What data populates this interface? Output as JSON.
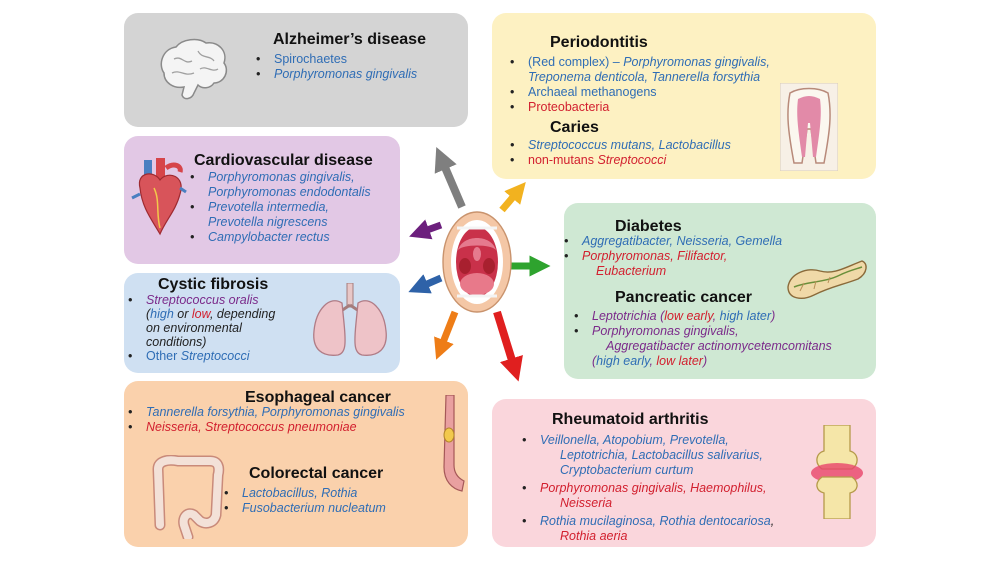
{
  "alzheimers": {
    "title": "Alzheimer’s disease",
    "l1": "Spirochaetes",
    "l2": "Porphyromonas gingivalis"
  },
  "periodontitis": {
    "title": "Periodontitis",
    "l1a": "(Red complex) – ",
    "l1b": "Porphyromonas gingivalis,",
    "l1c": "Treponema denticola, Tannerella forsythia",
    "l2": "Archaeal methanogens",
    "l3": "Proteobacteria"
  },
  "caries": {
    "title": "Caries",
    "l1": "Streptococcus mutans, Lactobacillus",
    "l2a": "non-mutans ",
    "l2b": "Streptococci"
  },
  "cardio": {
    "title": "Cardiovascular disease",
    "l1a": "Porphyromonas gingivalis,",
    "l1b": "Porphyromonas endodontalis",
    "l2a": "Prevotella intermedia,",
    "l2b": "Prevotella nigrescens",
    "l3": "Campylobacter rectus"
  },
  "diabetes": {
    "title": "Diabetes",
    "l1": "Aggregatibacter, Neisseria, Gemella",
    "l2a": "Porphyromonas, Filifactor,",
    "l2b": "Eubacterium"
  },
  "cystic": {
    "title": "Cystic fibrosis",
    "l1": "Streptococcus oralis",
    "l2a": "(",
    "l2b": "high",
    "l2c": " or ",
    "l2d": "low",
    "l2e": ", depending",
    "l3": "on environmental",
    "l4": "conditions)",
    "l5a": "Other ",
    "l5b": "Streptococci"
  },
  "pancreatic": {
    "title": "Pancreatic cancer",
    "l1a": "Leptotrichia (",
    "l1b": "low early",
    "l1c": ", ",
    "l1d": "high later",
    "l1e": ")",
    "l2a": "Porphyromonas gingivalis,",
    "l2b": "Aggregatibacter actinomycetemcomitans",
    "l2c": "(",
    "l2d": "high early",
    "l2e": ", ",
    "l2f": "low later",
    "l2g": ")"
  },
  "esophageal": {
    "title": "Esophageal cancer",
    "l1": "Tannerella forsythia, Porphyromonas gingivalis",
    "l2": "Neisseria, Streptococcus pneumoniae"
  },
  "colorectal": {
    "title": "Colorectal cancer",
    "l1": "Lactobacillus, Rothia",
    "l2": "Fusobacterium nucleatum"
  },
  "rheumatoid": {
    "title": "Rheumatoid arthritis",
    "l1a": "Veillonella, Atopobium, Prevotella,",
    "l1b": "Leptotrichia, Lactobacillus salivarius,",
    "l1c": "Cryptobacterium curtum",
    "l2a": "Porphyromonas gingivalis, Haemophilus,",
    "l2b": "Neisseria",
    "l3a": "Rothia mucilaginosa, Rothia dentocariosa",
    "l3b": ",",
    "l3c": "Rothia aeria"
  },
  "colors": {
    "blue_text": "#2f6db5",
    "red_text": "#d2202f",
    "purple_text": "#7b2a8a",
    "arrow_grey": "#7f7f7f",
    "arrow_yellow": "#f2b21f",
    "arrow_green": "#2ea32e",
    "arrow_purple": "#6c1f7d",
    "arrow_blue": "#2e62a8",
    "arrow_orange": "#ee7d17",
    "arrow_red": "#e01f1f"
  }
}
